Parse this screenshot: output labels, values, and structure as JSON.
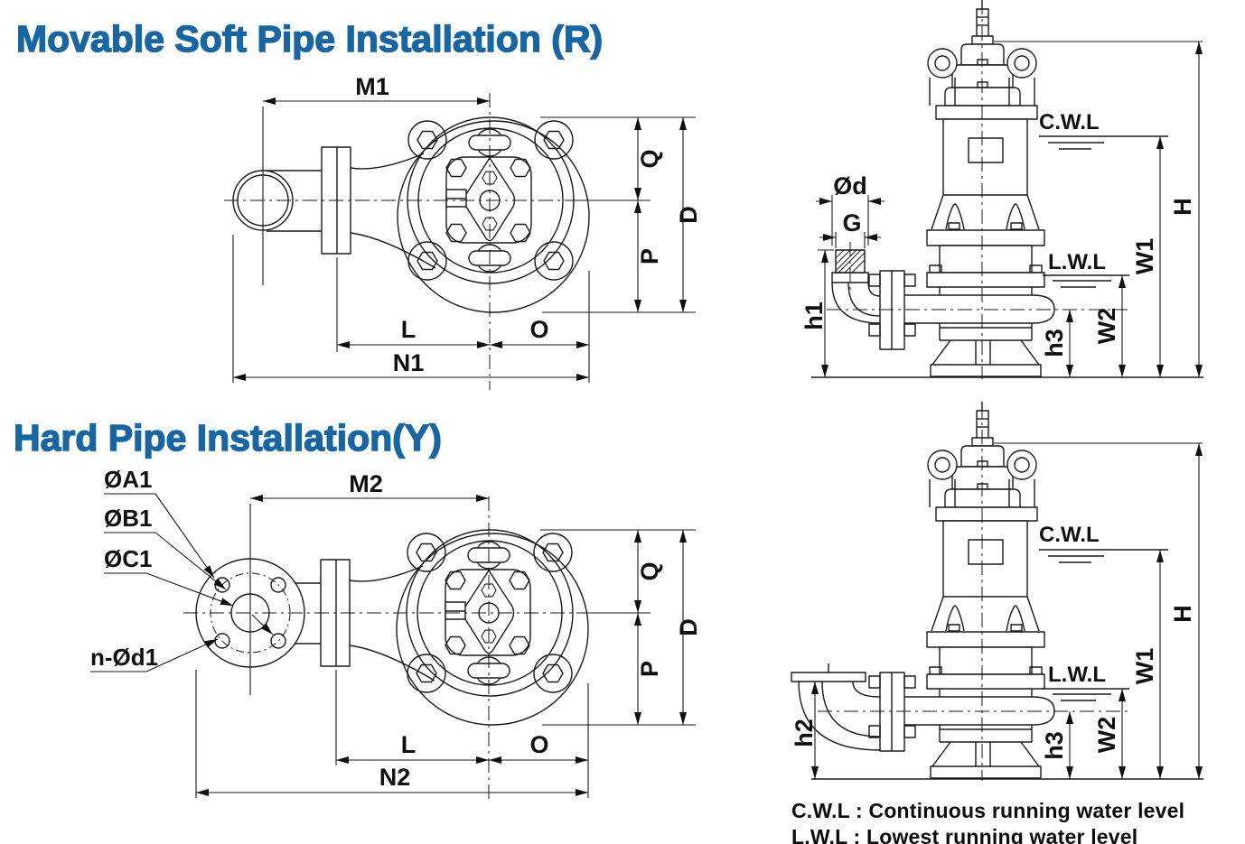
{
  "colors": {
    "title_blue": "#1766a3",
    "line": "#1a1a1a",
    "background": "#ffffff"
  },
  "r_section": {
    "title": "Movable Soft Pipe Installation (R)",
    "top_view": {
      "m1": "M1",
      "q": "Q",
      "d": "D",
      "p": "P",
      "l": "L",
      "o": "O",
      "n1": "N1"
    },
    "side_view": {
      "od": "Ød",
      "g": "G",
      "h1": "h1",
      "h3": "h3",
      "w2": "W2",
      "w1": "W1",
      "h": "H",
      "cwl": "C.W.L",
      "lwl": "L.W.L"
    }
  },
  "y_section": {
    "title": "Hard Pipe Installation(Y)",
    "top_view": {
      "m2": "M2",
      "q": "Q",
      "d": "D",
      "p": "P",
      "l": "L",
      "o": "O",
      "n2": "N2",
      "a1": "ØA1",
      "b1": "ØB1",
      "c1": "ØC1",
      "nd1": "n-Ød1"
    },
    "side_view": {
      "h2": "h2",
      "h3": "h3",
      "w2": "W2",
      "w1": "W1",
      "h": "H",
      "cwl": "C.W.L",
      "lwl": "L.W.L"
    }
  },
  "legend": {
    "line1": "C.W.L : Continuous running water level",
    "line2": "L.W.L : Lowest running water level"
  }
}
